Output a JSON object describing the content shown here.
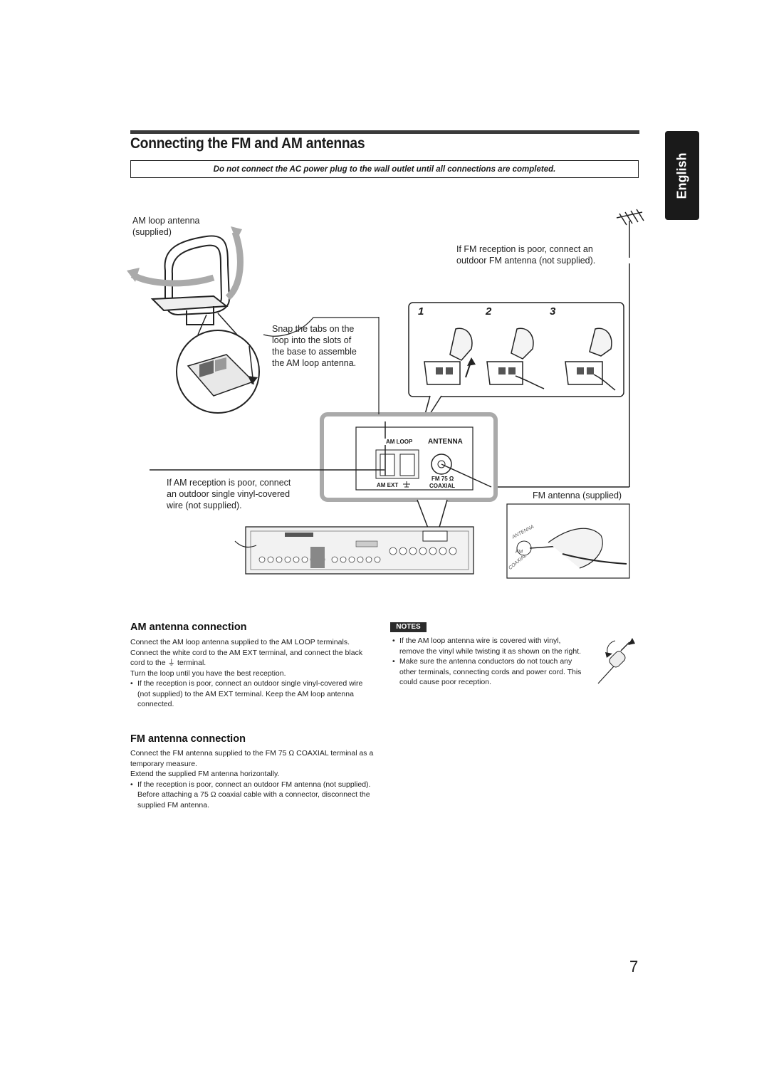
{
  "header": {
    "title": "Connecting the FM and AM antennas",
    "warning": "Do not connect the AC power plug to the wall outlet until all connections are completed.",
    "language_tab": "English"
  },
  "diagram": {
    "am_loop_label": [
      "AM loop antenna",
      "(supplied)"
    ],
    "fm_outdoor_label": [
      "If FM reception is poor, connect an",
      "outdoor FM antenna (not supplied)."
    ],
    "snap_label": [
      "Snap the tabs on the",
      "loop into the slots of",
      "the base to assemble",
      "the AM loop antenna."
    ],
    "steps": [
      "1",
      "2",
      "3"
    ],
    "panel": {
      "antenna": "ANTENNA",
      "am_loop": "AM LOOP",
      "am_ext": "AM EXT",
      "fm75": "FM 75 Ω",
      "coaxial": "COAXIAL"
    },
    "am_outdoor_label": [
      "If AM reception is poor, connect",
      "an outdoor single vinyl-covered",
      "wire (not supplied)."
    ],
    "fm_supplied_label": "FM antenna (supplied)",
    "connector_text": [
      "ANTENNA",
      "FM",
      "COAXIAL"
    ]
  },
  "am_section": {
    "heading": "AM antenna connection",
    "paragraphs": [
      "Connect the AM loop antenna supplied to the AM LOOP terminals.",
      "Connect the white cord to the AM EXT terminal, and connect the black cord to the ⏚ terminal.",
      "Turn the loop until you have the best reception."
    ],
    "bullets": [
      "If the reception is poor, connect an outdoor single vinyl-covered wire (not supplied) to the AM EXT terminal. Keep the AM loop antenna connected."
    ]
  },
  "fm_section": {
    "heading": "FM antenna connection",
    "paragraphs": [
      "Connect the FM antenna supplied to the FM 75 Ω COAXIAL terminal as a temporary measure.",
      "Extend the supplied FM antenna horizontally."
    ],
    "bullets": [
      "If the reception is poor, connect an outdoor FM antenna (not supplied). Before attaching a 75 Ω coaxial cable with a connector, disconnect the supplied FM antenna."
    ]
  },
  "notes": {
    "badge": "NOTES",
    "items": [
      "If the AM loop antenna wire is covered with vinyl, remove the vinyl while twisting it as shown on the right.",
      "Make sure the antenna conductors do not touch any other terminals, connecting cords and power cord. This could cause poor reception."
    ]
  },
  "page_number": "7"
}
